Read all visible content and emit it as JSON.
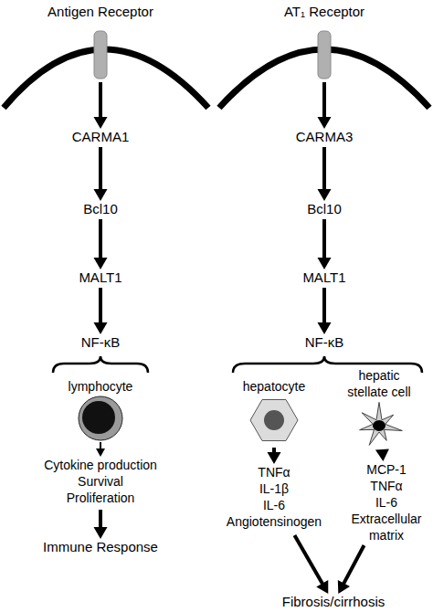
{
  "diagram": {
    "nodes": [
      {
        "text": [
          "Antigen Receptor"
        ]
      },
      {
        "text": [
          "AT₁ Receptor"
        ]
      },
      {
        "text": [
          "CARMA1"
        ]
      },
      {
        "text": [
          "CARMA3"
        ]
      },
      {
        "text": [
          "Bcl10"
        ]
      },
      {
        "text": [
          "Bcl10"
        ]
      },
      {
        "text": [
          "MALT1"
        ]
      },
      {
        "text": [
          "MALT1"
        ]
      },
      {
        "text": [
          "NF-κB"
        ]
      },
      {
        "text": [
          "NF-κB"
        ]
      },
      {
        "text": [
          "lymphocyte"
        ]
      },
      {
        "text": [
          "hepatocyte"
        ]
      },
      {
        "text": [
          "hepatic stellate cell"
        ]
      },
      {
        "text": [
          "Cytokine production",
          "Survival",
          "Proliferation"
        ]
      },
      {
        "text": [
          "TNFα",
          "IL-1β",
          "IL-6",
          "Angiotensinogen"
        ]
      },
      {
        "text": [
          "MCP-1",
          "TNFα",
          "IL-6",
          "Extracellular matrix"
        ]
      },
      {
        "text": [
          "Immune Response"
        ]
      },
      {
        "text": [
          "Fibrosis/cirrhosis"
        ]
      }
    ],
    "edges": [
      {
        "from": 0,
        "to": 2,
        "arrow": "to"
      },
      {
        "from": 2,
        "to": 4,
        "arrow": "to"
      },
      {
        "from": 4,
        "to": 6,
        "arrow": "to"
      },
      {
        "from": 6,
        "to": 8,
        "arrow": "to"
      },
      {
        "from": 10,
        "to": 13,
        "arrow": "to"
      },
      {
        "from": 13,
        "to": 16,
        "arrow": "to"
      },
      {
        "from": 1,
        "to": 3,
        "arrow": "to"
      },
      {
        "from": 3,
        "to": 5,
        "arrow": "to"
      },
      {
        "from": 5,
        "to": 7,
        "arrow": "to"
      },
      {
        "from": 7,
        "to": 9,
        "arrow": "to"
      },
      {
        "from": 11,
        "to": 14,
        "arrow": "to"
      },
      {
        "from": 12,
        "to": 15,
        "arrow": "to"
      },
      {
        "from": 14,
        "to": 17,
        "arrow": "to"
      },
      {
        "from": 15,
        "to": 17,
        "arrow": "to"
      }
    ]
  }
}
